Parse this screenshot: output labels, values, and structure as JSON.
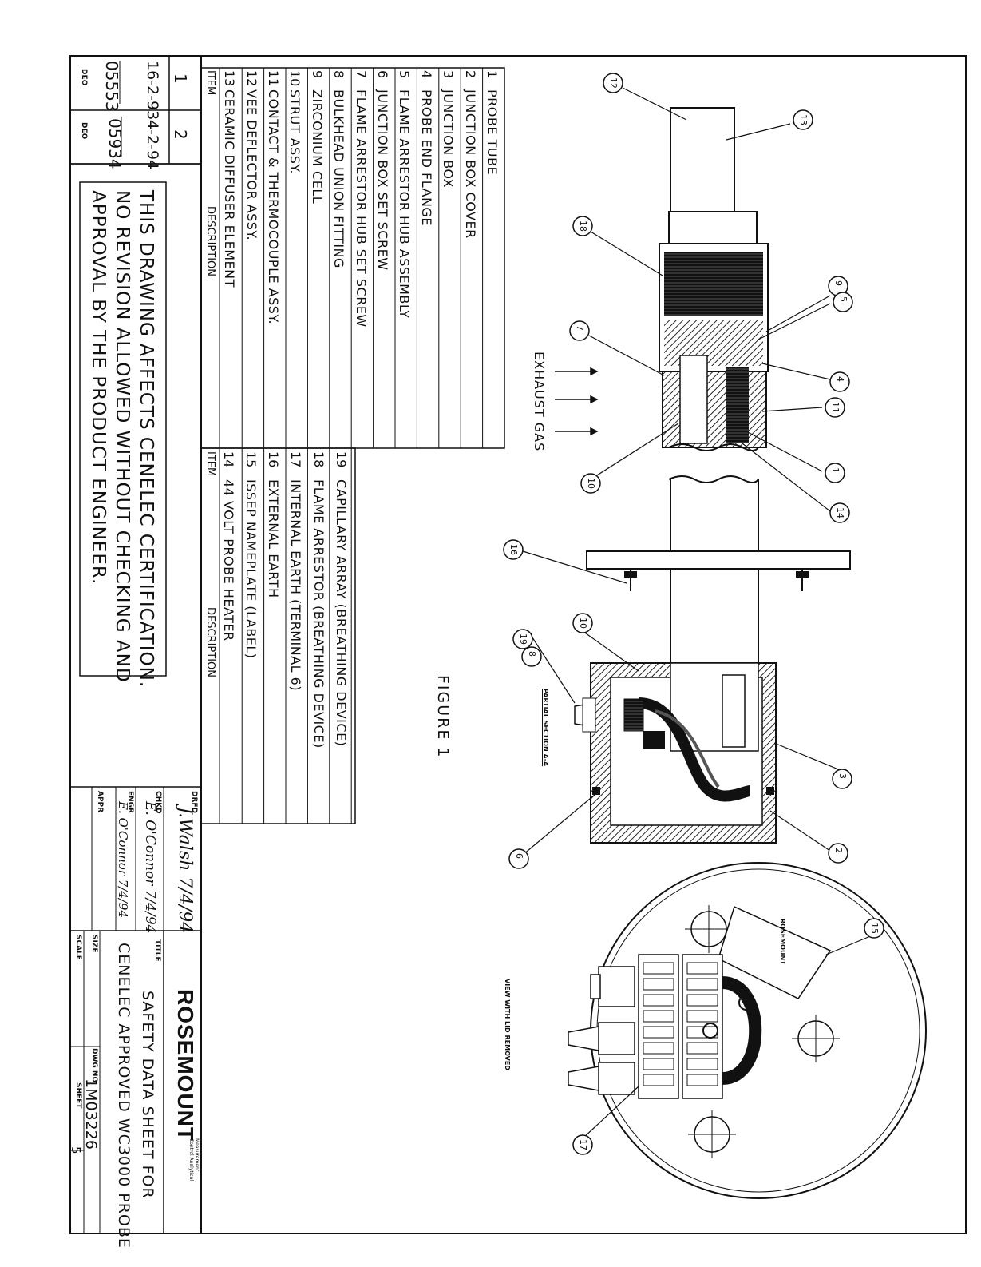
{
  "revisions": [
    {
      "number": "1",
      "ref": "05553",
      "date": "16-2-93",
      "prefix": "DEO"
    },
    {
      "number": "2",
      "ref": "05934",
      "date": "4-2-94",
      "prefix": "DEO"
    }
  ],
  "notice": [
    "THIS DRAWING AFFECTS CENELEC CERTIFICATION.",
    "NO REVISION ALLOWED WITHOUT CHECKING AND",
    "APPROVAL BY THE PRODUCT ENGINEER."
  ],
  "parts_table_left": {
    "header_item": "ITEM",
    "header_description": "DESCRIPTION",
    "rows": [
      {
        "item": "1",
        "description": "PROBE TUBE"
      },
      {
        "item": "2",
        "description": "JUNCTION BOX COVER"
      },
      {
        "item": "3",
        "description": "JUNCTION BOX"
      },
      {
        "item": "4",
        "description": "PROBE END FLANGE"
      },
      {
        "item": "5",
        "description": "FLAME ARRESTOR HUB ASSEMBLY"
      },
      {
        "item": "6",
        "description": "JUNCTION BOX SET SCREW"
      },
      {
        "item": "7",
        "description": "FLAME ARRESTOR HUB SET SCREW"
      },
      {
        "item": "8",
        "description": "BULKHEAD UNION FITTING"
      },
      {
        "item": "9",
        "description": "ZIRCONIUM CELL"
      },
      {
        "item": "10",
        "description": "STRUT ASSY."
      },
      {
        "item": "11",
        "description": "CONTACT & THERMOCOUPLE ASSY."
      },
      {
        "item": "12",
        "description": "VEE DEFLECTOR ASSY."
      },
      {
        "item": "13",
        "description": "CERAMIC DIFFUSER ELEMENT"
      }
    ]
  },
  "parts_table_right": {
    "header_item": "ITEM",
    "header_description": "DESCRIPTION",
    "rows": [
      {
        "item": "19",
        "description": "CAPILLARY ARRAY (BREATHING DEVICE)"
      },
      {
        "item": "18",
        "description": "FLAME ARRESTOR (BREATHING DEVICE)"
      },
      {
        "item": "17",
        "description": "INTERNAL EARTH (TERMINAL 6)"
      },
      {
        "item": "16",
        "description": "EXTERNAL EARTH"
      },
      {
        "item": "15",
        "description": "ISSEP NAMEPLATE (LABEL)"
      },
      {
        "item": "14",
        "description": "44 VOLT PROBE HEATER"
      }
    ]
  },
  "signoff": {
    "drfd_label": "DRFD",
    "drfd_value": "J.Walsh 7/4/94",
    "chkd_label": "CHKD",
    "chkd_value": "E. O'Connor 7/4/94",
    "engr_label": "ENGR",
    "engr_value": "E. O'Connor 7/4/94",
    "appr_label": "APPR"
  },
  "title_block": {
    "company": "ROSEMOUNT",
    "division": "Measurement Control Analytical",
    "title_label": "TITLE",
    "title_lines": [
      "SAFETY DATA SHEET FOR",
      "CENELEC APPROVED WC3000 PROBE"
    ],
    "size_label": "SIZE",
    "dwg_label": "DWG NO",
    "dwg_no": "1M03226",
    "scale_label": "SCALE",
    "sheet_label": "SHEET",
    "sheet_no": "5"
  },
  "figure": {
    "title": "FIGURE 1",
    "exhaust": "EXHAUST GAS",
    "partial_section": "PARTIAL SECTION A-A",
    "view_lid": "VIEW WITH LID REMOVED",
    "callouts": [
      "12",
      "13",
      "18",
      "9",
      "5",
      "4",
      "7",
      "11",
      "1",
      "10",
      "14",
      "16",
      "19",
      "8",
      "3",
      "6",
      "2",
      "15",
      "17"
    ],
    "nameplate": "ROSEMOUNT"
  },
  "colors": {
    "ink": "#111111",
    "paper": "#ffffff",
    "hatch": "#222222"
  }
}
